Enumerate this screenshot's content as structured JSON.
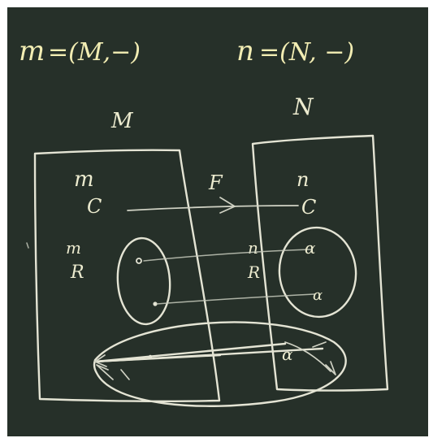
{
  "header": {
    "left_m": "m",
    "left_eq": "=(M,−)",
    "right_n": "n",
    "right_eq": "=(N, −)"
  },
  "sets": {
    "M": "M",
    "N": "N"
  },
  "left_box": {
    "m_top": "m",
    "c": "C",
    "m_mid": "m",
    "r": "R"
  },
  "right_box": {
    "n_top": "n",
    "c": "C",
    "n_mid": "n",
    "r": "R"
  },
  "functor": "F",
  "points": {
    "alpha1": "α",
    "alpha2": "α",
    "alpha3": "α"
  },
  "colors": {
    "chalkboard": "#263029",
    "chalk": "#e4e4d4",
    "chalk_yellow": "#f2edb3"
  }
}
